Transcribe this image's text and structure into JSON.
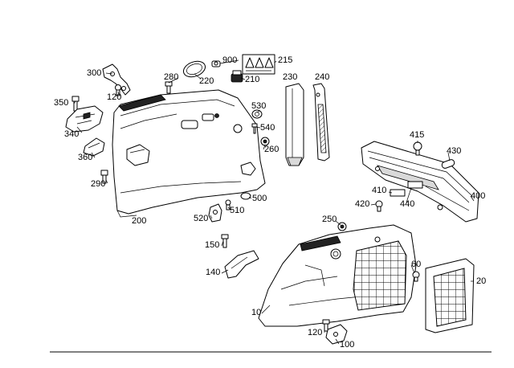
{
  "labels": {
    "p900": "900",
    "p215": "215",
    "p300": "300",
    "p280": "280",
    "p220": "220",
    "p210": "210",
    "p230": "230",
    "p240": "240",
    "p120a": "120",
    "p350": "350",
    "p530": "530",
    "p540": "540",
    "p340": "340",
    "p260": "260",
    "p360": "360",
    "p415": "415",
    "p430": "430",
    "p290": "290",
    "p410": "410",
    "p420": "420",
    "p440": "440",
    "p400": "400",
    "p500": "500",
    "p510": "510",
    "p520": "520",
    "p200": "200",
    "p250": "250",
    "p150": "150",
    "p60": "60",
    "p140": "140",
    "p20": "20",
    "p10": "10",
    "p120b": "120",
    "p100": "100"
  }
}
